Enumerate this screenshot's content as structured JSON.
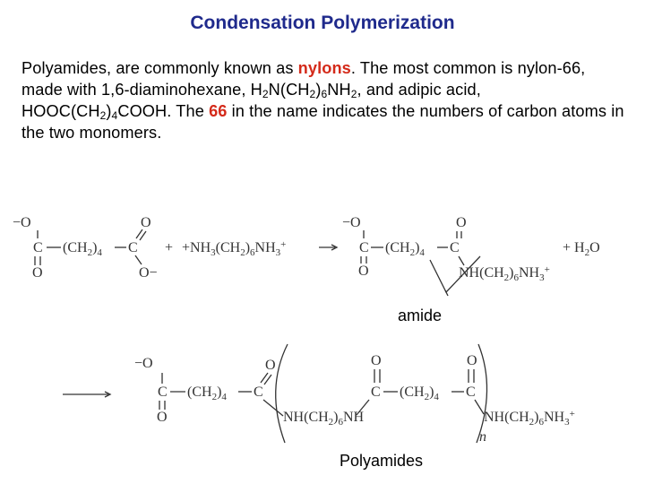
{
  "title": "Condensation Polymerization",
  "intro": {
    "t1": "Polyamides, are commonly known as ",
    "nylons": "nylons",
    "t2": ". The most common is nylon-66, made with 1,6-diaminohexane, H",
    "sub2a": "2",
    "t3": "N(CH",
    "sub2b": "2",
    "t4": ")",
    "sub6": "6",
    "t5": "NH",
    "sub2c": "2",
    "t6": ", and adipic acid, HOOC(CH",
    "sub2d": "2",
    "t7": ")",
    "sub4": "4",
    "t8": "COOH. The ",
    "num66": "66",
    "t9": " in the name indicates the numbers of carbon atoms in the two monomers."
  },
  "reaction1": {
    "adipate": {
      "o_minus_top": "−O",
      "o_top_right": "O",
      "c_left": "C",
      "ch2": "(CH",
      "ch2_sub": "2",
      "ch2_close": ")",
      "ch2_sub4": "4",
      "c_right": "C",
      "o_bottom_left": "O",
      "o_minus_bottom_right": "O−"
    },
    "plus": "+",
    "diammonium": {
      "a": "+NH",
      "s3": "3",
      "b": "(CH",
      "s2": "2",
      "c": ")",
      "s6": "6",
      "d": "NH",
      "s3b": "3",
      "e": "+"
    },
    "product": {
      "o_minus_top": "−O",
      "o_top_right": "O",
      "c_left": "C",
      "ch2": "(CH",
      "ch2_sub": "2",
      "ch2_close": ")",
      "ch2_sub4": "4",
      "c_right": "C",
      "o_bottom_left": "O",
      "nh": "NH(CH",
      "nh_s2": "2",
      "nh_close": ")",
      "nh_s6": "6",
      "nh3": "NH",
      "nh3_s3": "3",
      "nh3_plus": "+"
    },
    "plus_water": "+ H",
    "water_sub": "2",
    "water_end": "O"
  },
  "amide_label": "amide",
  "polymer": {
    "o_minus_top": "−O",
    "c1": "C",
    "ch2_a": "(CH",
    "ch2_a_s": "2",
    "ch2_a_c": ")",
    "ch2_a_s4": "4",
    "c2": "C",
    "o_top_2": "O",
    "o_bottom_1": "O",
    "nh_a": "NH(CH",
    "nh_a_s": "2",
    "nh_a_c": ")",
    "nh_a_s6": "6",
    "nh_a_end": "NH",
    "o_top_3": "O",
    "c3": "C",
    "ch2_b": "(CH",
    "ch2_b_s": "2",
    "ch2_b_c": ")",
    "ch2_b_s4": "4",
    "c4": "C",
    "o_top_4": "O",
    "nh_b": "NH(CH",
    "nh_b_s": "2",
    "nh_b_c": ")",
    "nh_b_s6": "6",
    "nh_b_end": "NH",
    "nh_b_s3": "3",
    "nh_b_plus": "+",
    "n": "n"
  },
  "polyamides_label": "Polyamides",
  "colors": {
    "title": "#1f2a8c",
    "highlight": "#d42a1a",
    "structure": "#333333"
  }
}
